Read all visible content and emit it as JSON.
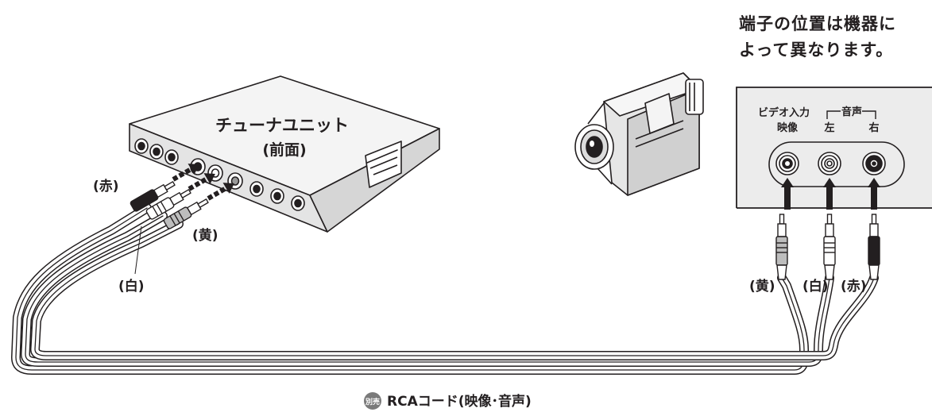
{
  "note": {
    "line1": "端子の位置は機器に",
    "line2": "よって異なります。"
  },
  "tuner": {
    "name": "チューナユニット",
    "sub": "(前面)"
  },
  "plug_labels": {
    "red": "(赤)",
    "white": "(白)",
    "yellow": "(黄)"
  },
  "device_panel": {
    "video_in": "ビデオ入力",
    "audio_group": "音声",
    "video": "映像",
    "left": "左",
    "right": "右"
  },
  "cable": {
    "badge": "別売",
    "name": "RCAコード(映像･音声)"
  },
  "colors": {
    "ink": "#231f20",
    "panel": "#ececec",
    "badge": "#7a7a7a"
  }
}
